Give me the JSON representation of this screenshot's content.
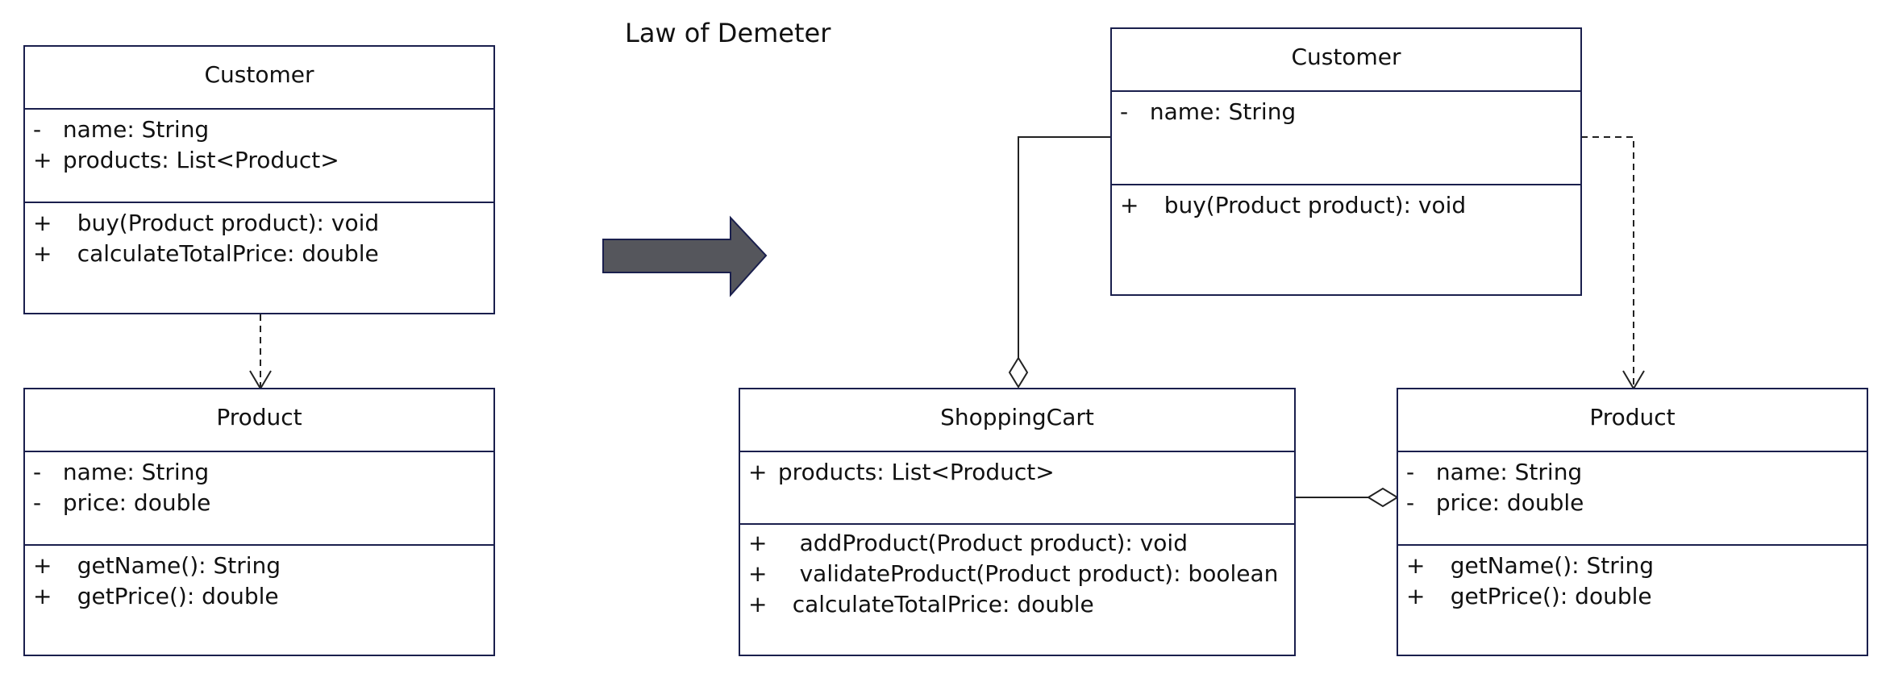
{
  "title": "Law of Demeter",
  "before": {
    "customer": {
      "name": "Customer",
      "attributes": [
        {
          "vis": "-",
          "text": "name: String"
        },
        {
          "vis": "+",
          "text": "products: List<Product>"
        }
      ],
      "methods": [
        {
          "vis": "+",
          "text": "buy(Product product): void"
        },
        {
          "vis": "+",
          "text": "calculateTotalPrice: double"
        }
      ]
    },
    "product": {
      "name": "Product",
      "attributes": [
        {
          "vis": "-",
          "text": "name: String"
        },
        {
          "vis": "-",
          "text": "price: double"
        }
      ],
      "methods": [
        {
          "vis": "+",
          "text": "getName(): String"
        },
        {
          "vis": "+",
          "text": "getPrice(): double"
        }
      ]
    }
  },
  "after": {
    "customer": {
      "name": "Customer",
      "attributes": [
        {
          "vis": "-",
          "text": "name: String"
        }
      ],
      "methods": [
        {
          "vis": "+",
          "text": "buy(Product product): void"
        }
      ]
    },
    "shoppingcart": {
      "name": "ShoppingCart",
      "attributes": [
        {
          "vis": "+",
          "text": "products: List<Product>"
        }
      ],
      "methods": [
        {
          "vis": "+",
          "text": "addProduct(Product product): void"
        },
        {
          "vis": "+",
          "text": "validateProduct(Product product): boolean"
        },
        {
          "vis": "+",
          "text": "calculateTotalPrice: double"
        }
      ]
    },
    "product": {
      "name": "Product",
      "attributes": [
        {
          "vis": "-",
          "text": "name: String"
        },
        {
          "vis": "-",
          "text": "price: double"
        }
      ],
      "methods": [
        {
          "vis": "+",
          "text": "getName(): String"
        },
        {
          "vis": "+",
          "text": "getPrice(): double"
        }
      ]
    }
  },
  "colors": {
    "border": "#1a1f4d",
    "arrow_fill": "#55565c",
    "arrow_stroke": "#1a1f4d",
    "connector": "#222222"
  }
}
